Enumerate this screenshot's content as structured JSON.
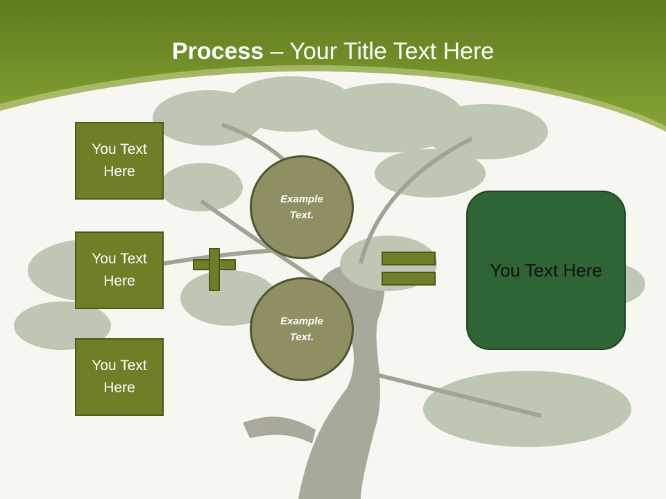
{
  "slide": {
    "title_bold": "Process",
    "title_rest": " – Your Title Text Here",
    "left_boxes": [
      {
        "label": "You Text Here"
      },
      {
        "label": "You Text Here"
      },
      {
        "label": "You Text Here"
      }
    ],
    "circles": [
      {
        "label": "Example Text."
      },
      {
        "label": "Example Text."
      }
    ],
    "result": {
      "label": "You Text Here"
    },
    "operators": {
      "plus": "plus-sign",
      "equals": "equals-sign"
    },
    "colors": {
      "header_green": "#7a9a2c",
      "box_green": "#6e7f27",
      "circle_fill": "#8f8f63",
      "result_green": "#2f6434",
      "background": "#f7f7f1"
    },
    "background_image": "bonsai-tree"
  }
}
